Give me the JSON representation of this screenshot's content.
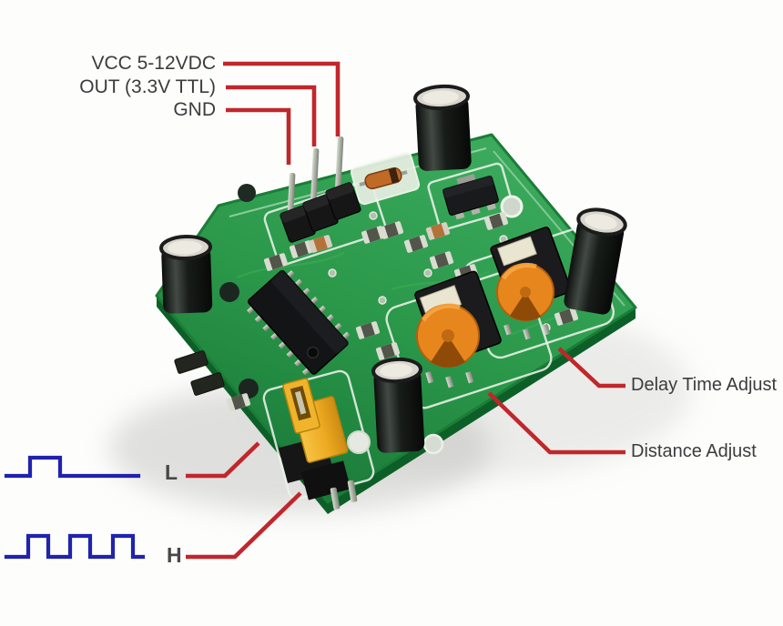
{
  "figure": {
    "kind": "annotated-hardware-photo",
    "subject": "PIR motion sensor module board with labeled pins, trimmers and jumper"
  },
  "labels": {
    "vcc": "VCC 5-12VDC",
    "out": "OUT (3.3V TTL)",
    "gnd": "GND",
    "delay": "Delay Time Adjust",
    "distance": "Distance Adjust",
    "jumper_low": "L",
    "jumper_high": "H"
  },
  "waveforms": {
    "low": {
      "type": "single-pulse",
      "pulses": 1
    },
    "high": {
      "type": "repeating-pulse",
      "pulses": 3
    }
  },
  "board_components": [
    "pin-header-3pin",
    "electrolytic-capacitor-top",
    "electrolytic-capacitor-left",
    "electrolytic-capacitor-right",
    "electrolytic-capacitor-center",
    "dip-ic-chip",
    "diode",
    "voltage-regulator",
    "trim-pot-delay",
    "trim-pot-distance",
    "jumper-shunt-yellow",
    "mounting-holes",
    "smd-resistors"
  ],
  "colors": {
    "annotation_red": "#c0272b",
    "waveform_blue": "#2023ad",
    "label_text": "#3c3c3e",
    "pcb_green": "#2a9749",
    "pcb_green_dark": "#177434",
    "pot_orange": "#e8861e",
    "jumper_yellow": "#eeb02b",
    "capacitor_black": "#141815",
    "capacitor_top": "#d8d6cd",
    "pin_silver": "#b5b8ad",
    "silkscreen": "#e9f3e9",
    "background": "#fdfdfc"
  }
}
